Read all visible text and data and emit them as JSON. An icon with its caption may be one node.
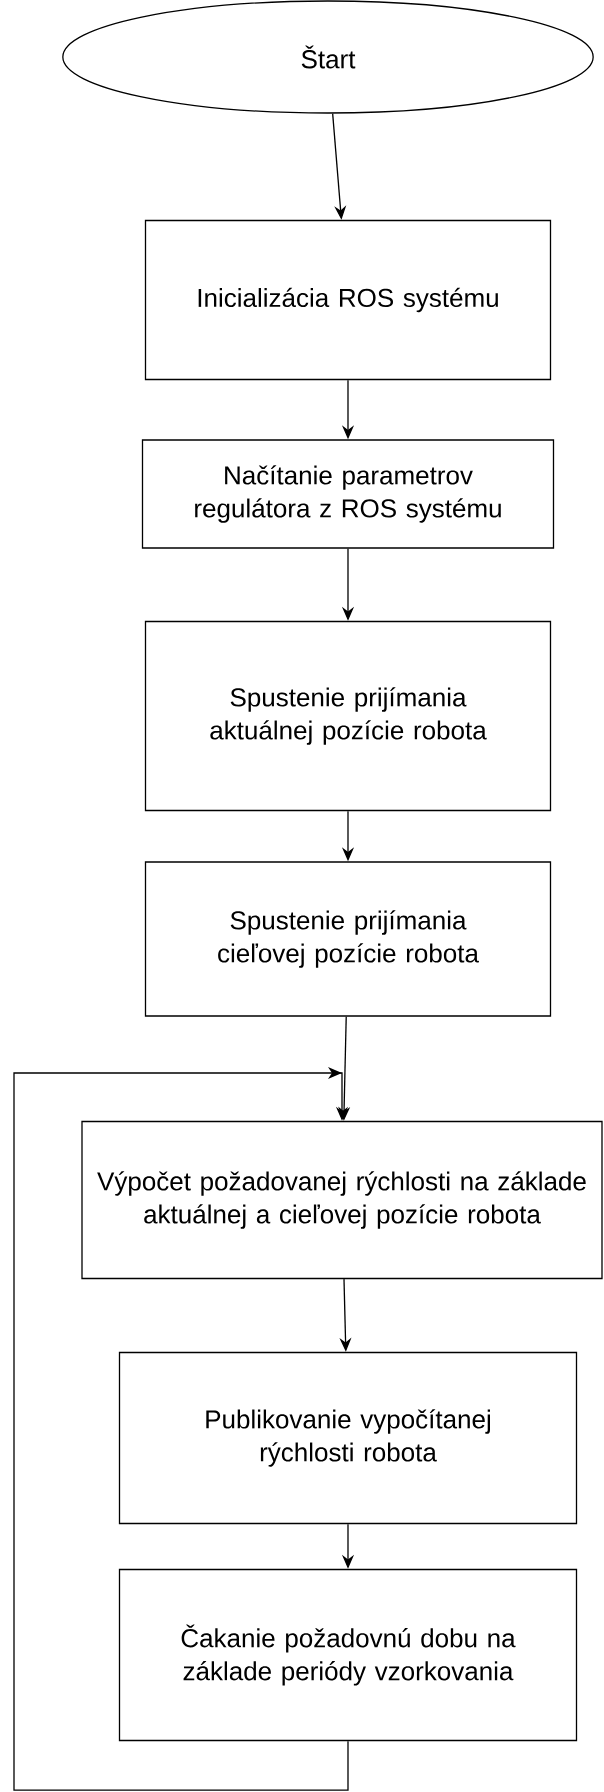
{
  "diagram": {
    "nodes": [
      {
        "text": [
          "Štart"
        ]
      },
      {
        "text": [
          "Inicializácia ROS systému"
        ]
      },
      {
        "text": [
          "Načítanie parametrov regulátora z ROS systému"
        ]
      },
      {
        "text": [
          "Spustenie prijímania aktuálnej pozície robota"
        ]
      },
      {
        "text": [
          "Spustenie prijímania cieľovej pozície robota"
        ]
      },
      {
        "text": [
          "Výpočet požadovanej rýchlosti na základe aktuálnej a cieľovej pozície robota"
        ]
      },
      {
        "text": [
          "Publikovanie vypočítanej rýchlosti robota"
        ]
      },
      {
        "text": [
          "Čakanie požadovnú dobu na základe periódy vzorkovania"
        ]
      }
    ],
    "edges": [
      {
        "from": 0,
        "to": 1,
        "arrow": "to"
      },
      {
        "from": 1,
        "to": 2,
        "arrow": "to"
      },
      {
        "from": 2,
        "to": 3,
        "arrow": "to"
      },
      {
        "from": 3,
        "to": 4,
        "arrow": "to"
      },
      {
        "from": 4,
        "to": 5,
        "arrow": "to"
      },
      {
        "from": 5,
        "to": 6,
        "arrow": "to"
      },
      {
        "from": 6,
        "to": 7,
        "arrow": "to"
      },
      {
        "from": 7,
        "to": 5,
        "arrow": "to"
      }
    ]
  }
}
